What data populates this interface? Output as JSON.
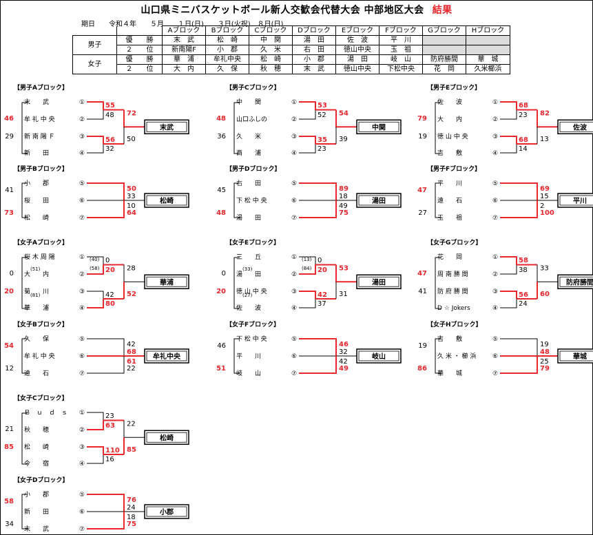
{
  "title": "山口県ミニバスケットボール新人交歓会代替大会 中部地区大会",
  "title_result": "結果",
  "schedule": {
    "label": "期日",
    "year": "令和４年",
    "month": "５月",
    "day1": "１日(日)",
    "day2": "３日(火祝)",
    "day3": "８日(日)"
  },
  "summary": {
    "headers": [
      "Aブロック",
      "Bブロック",
      "Cブロック",
      "Dブロック",
      "Eブロック",
      "Fブロック",
      "Gブロック",
      "Hブロック"
    ],
    "boys_label": "男子",
    "girls_label": "女子",
    "rank1": "優　　勝",
    "rank2": "２　　位",
    "boys_win": [
      "末　武",
      "松　崎",
      "中　関",
      "湯　田",
      "佐　波",
      "平　川",
      "",
      ""
    ],
    "boys_second": [
      "新南陽F",
      "小　郡",
      "久　米",
      "右　田",
      "徳山中央",
      "玉　祖",
      "",
      ""
    ],
    "girls_win": [
      "華　浦",
      "牟礼中央",
      "松　崎",
      "小　郡",
      "湯　田",
      "岐　山",
      "防府勝間",
      "華　城"
    ],
    "girls_second": [
      "大　内",
      "久　保",
      "秋　穂",
      "末　武",
      "徳山中央",
      "下松中央",
      "花　岡",
      "久米櫛浜"
    ]
  },
  "blocks": [
    {
      "title": "【男子Aブロック】",
      "teams": [
        "末　　武",
        "牟 礼 中 央",
        "新 南 陽 Ｆ",
        "新　　田"
      ],
      "winner": "末武"
    },
    {
      "title": "【男子Bブロック】",
      "teams": [
        "小　　郡",
        "桜　　田",
        "松　　崎"
      ],
      "winner": "松崎"
    },
    {
      "title": "【男子Cブロック】",
      "teams": [
        "中　　関",
        "山口ふしの",
        "久　　米",
        "西　　浦"
      ],
      "winner": "中関"
    },
    {
      "title": "【男子Dブロック】",
      "teams": [
        "右　　田",
        "下 松 中 央",
        "湯　　田"
      ],
      "winner": "湯田"
    },
    {
      "title": "【男子Eブロック】",
      "teams": [
        "佐　　波",
        "大　　内",
        "徳 山 中 央",
        "吉　　敷"
      ],
      "winner": "佐波"
    },
    {
      "title": "【男子Fブロック】",
      "teams": [
        "平　　川",
        "遠　　石",
        "玉　　祖"
      ],
      "winner": "平川"
    },
    {
      "title": "【女子Aブロック】",
      "teams": [
        "桜 木 周 陽",
        "大　　内",
        "菊　　川",
        "華　　浦"
      ],
      "winner": "華浦"
    },
    {
      "title": "【女子Bブロック】",
      "teams": [
        "久　　保",
        "牟 礼 中 央",
        "遠　　石"
      ],
      "winner": "牟礼中央"
    },
    {
      "title": "【女子Cブロック】",
      "teams": [
        "Ｂ　ｕ　ｄ　ｓ",
        "秋　　穂",
        "松　　崎",
        "今　　宿"
      ],
      "winner": "松崎"
    },
    {
      "title": "【女子Dブロック】",
      "teams": [
        "小　　郡",
        "新　　田",
        "末　　武"
      ],
      "winner": "小郡"
    },
    {
      "title": "【女子Eブロック】",
      "teams": [
        "三　　丘",
        "湯　　田",
        "徳 山 中 央",
        "佐　　波"
      ],
      "winner": "湯田"
    },
    {
      "title": "【女子Fブロック】",
      "teams": [
        "下 松 中 央",
        "平　　川",
        "岐　　山"
      ],
      "winner": "岐山"
    },
    {
      "title": "【女子Gブロック】",
      "teams": [
        "花　　岡",
        "周 南 勝 間",
        "防 府 勝 間",
        "D ☆ Jokers"
      ],
      "winner": "防府勝間"
    },
    {
      "title": "【女子Hブロック】",
      "teams": [
        "吉　　敷",
        "久 米 ・ 櫛 浜",
        "華　　城"
      ],
      "winner": "華城"
    }
  ],
  "colors": {
    "win": "#e8262c",
    "line": "#000000"
  }
}
